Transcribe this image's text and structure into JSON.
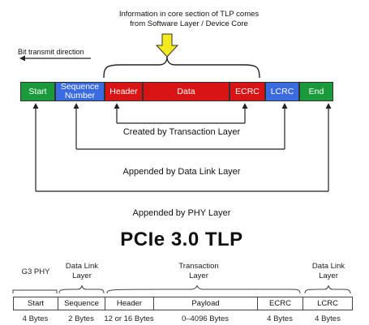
{
  "top_note": {
    "line1": "Information in core section of TLP comes",
    "line2": "from Software Layer / Device Core"
  },
  "direction_label": "Bit transmit direction",
  "packet": [
    {
      "label": "Start",
      "color": "#1a9a3a"
    },
    {
      "label": "Sequence Number",
      "color": "#3a6be0"
    },
    {
      "label": "Header",
      "color": "#d91414"
    },
    {
      "label": "Data",
      "color": "#d91414"
    },
    {
      "label": "ECRC",
      "color": "#d91414"
    },
    {
      "label": "LCRC",
      "color": "#3a6be0"
    },
    {
      "label": "End",
      "color": "#1a9a3a"
    }
  ],
  "layer_labels": {
    "transaction": "Created by Transaction Layer",
    "data_link": "Appended by Data Link Layer",
    "phy": "Appended by PHY Layer"
  },
  "title": "PCIe 3.0 TLP",
  "layout_table": {
    "groups": [
      {
        "line1": "G3 PHY",
        "line2": ""
      },
      {
        "line1": "Data Link",
        "line2": "Layer"
      },
      {
        "line1": "Transaction",
        "line2": "Layer"
      },
      {
        "line1": "Data Link",
        "line2": "Layer"
      }
    ],
    "fields": [
      "Start",
      "Sequence",
      "Header",
      "Payload",
      "ECRC",
      "LCRC"
    ],
    "sizes": [
      "4 Bytes",
      "2 Bytes",
      "12 or 16 Bytes",
      "0–4096 Bytes",
      "4 Bytes",
      "4 Bytes"
    ]
  }
}
